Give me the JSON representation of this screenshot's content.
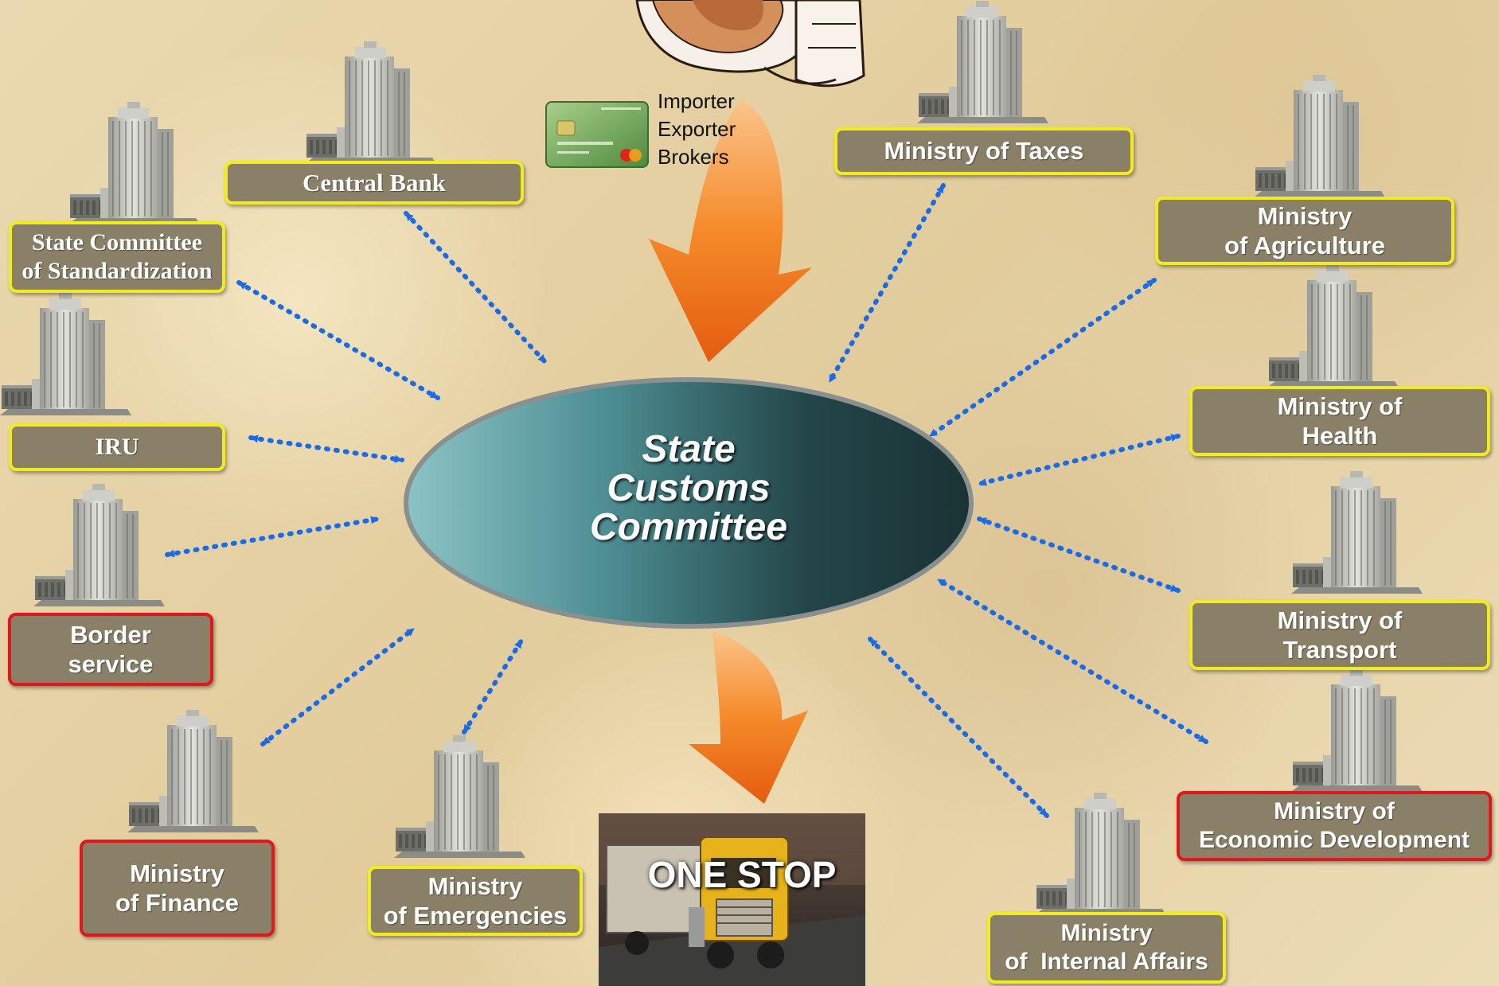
{
  "center": {
    "lines": [
      "State",
      "Customs",
      "Committee"
    ]
  },
  "traders": {
    "lines": [
      "Importer",
      "Exporter",
      "Brokers"
    ]
  },
  "one_stop": "ONE STOP",
  "nodes": [
    {
      "id": "central-bank",
      "lines": [
        "Central Bank"
      ],
      "border": "yellow"
    },
    {
      "id": "state-committee-standardization",
      "lines": [
        "State Committee",
        "of Standardization"
      ],
      "border": "yellow"
    },
    {
      "id": "iru",
      "lines": [
        "IRU"
      ],
      "border": "yellow"
    },
    {
      "id": "border-service",
      "lines": [
        "Border",
        "service"
      ],
      "border": "red"
    },
    {
      "id": "ministry-finance",
      "lines": [
        "Ministry",
        "of Finance"
      ],
      "border": "red"
    },
    {
      "id": "ministry-emergencies",
      "lines": [
        "Ministry",
        "of Emergencies"
      ],
      "border": "yellow"
    },
    {
      "id": "ministry-taxes",
      "lines": [
        "Ministry of Taxes"
      ],
      "border": "yellow"
    },
    {
      "id": "ministry-agriculture",
      "lines": [
        "Ministry",
        "of Agriculture"
      ],
      "border": "yellow"
    },
    {
      "id": "ministry-health",
      "lines": [
        "Ministry of",
        "Health"
      ],
      "border": "yellow"
    },
    {
      "id": "ministry-transport",
      "lines": [
        "Ministry of",
        "Transport"
      ],
      "border": "yellow"
    },
    {
      "id": "ministry-economic-development",
      "lines": [
        "Ministry of",
        "Economic Development"
      ],
      "border": "red"
    },
    {
      "id": "ministry-internal-affairs",
      "lines": [
        "Ministry",
        "of  Internal Affairs"
      ],
      "border": "yellow"
    }
  ],
  "colors": {
    "node_fill": "#8a8068",
    "border_yellow": "#f2ec1a",
    "border_red": "#e3161b",
    "connector": "#1a6bea",
    "flow_arrow": "#f07a1a",
    "ellipse_light": "#7ab4b8",
    "ellipse_dark": "#1d3b3d"
  },
  "icons": [
    "office-building-icon",
    "credit-card-icon",
    "hand-icon",
    "truck-icon",
    "flow-arrow-icon",
    "bidirectional-arrow-icon"
  ]
}
